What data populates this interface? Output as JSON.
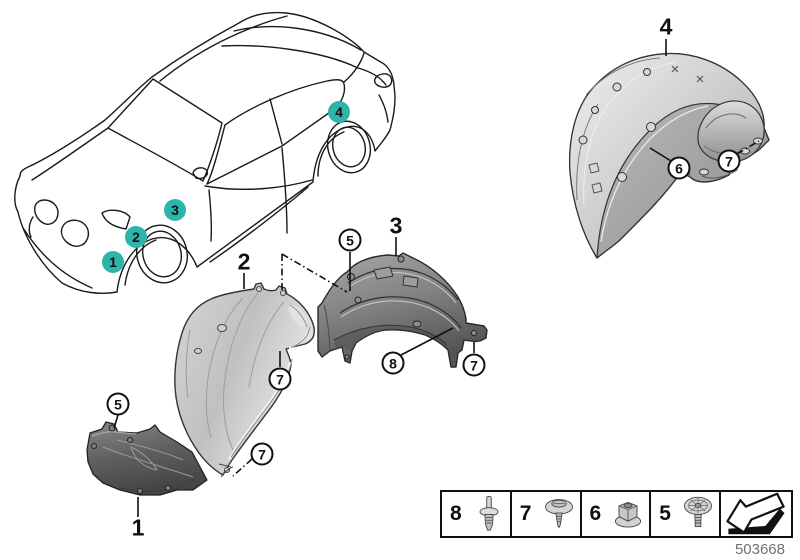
{
  "doc_number": "503668",
  "colors": {
    "callout_teal": "#2db4ab",
    "line": "#1a1a1a"
  },
  "car_callouts": {
    "c1": "1",
    "c2": "2",
    "c3": "3",
    "c4": "4"
  },
  "part_labels": {
    "p1": "1",
    "p2": "2",
    "p3": "3",
    "p4": "4"
  },
  "fastener_callouts": {
    "c5": "5",
    "c6": "6",
    "c7": "7",
    "c8": "8"
  },
  "legend": {
    "items": [
      {
        "num": "8",
        "icon": "rivet"
      },
      {
        "num": "7",
        "icon": "screw-with-washer"
      },
      {
        "num": "6",
        "icon": "hex-nut"
      },
      {
        "num": "5",
        "icon": "plastic-nut"
      },
      {
        "num": "",
        "icon": "direction-arrow"
      }
    ]
  }
}
